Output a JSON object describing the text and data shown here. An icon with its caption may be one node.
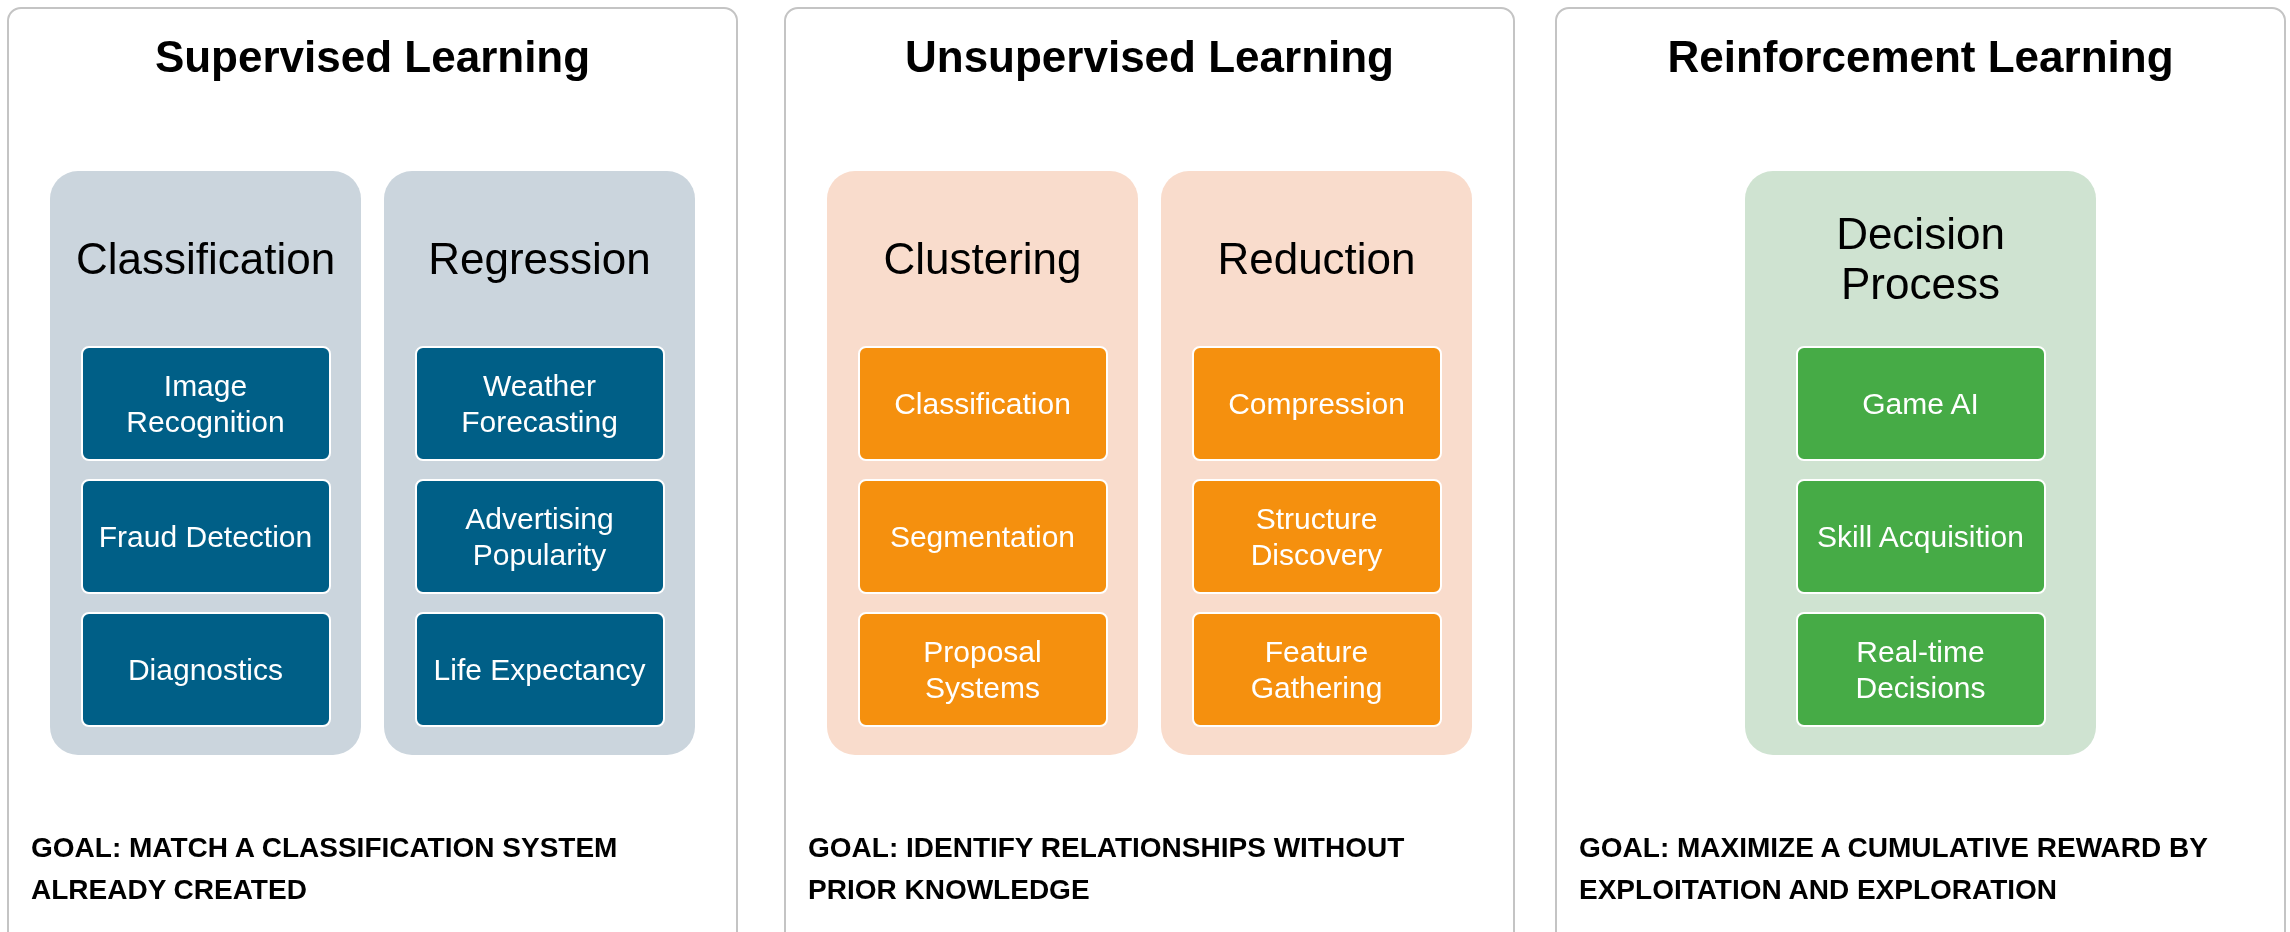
{
  "diagram": {
    "nodes": [
      {
        "text": [
          "Supervised Learning",
          "GOAL: MATCH A CLASSIFICATION SYSTEM ALREADY CREATED"
        ]
      },
      {
        "text": [
          "Classification"
        ],
        "in": 0
      },
      {
        "text": [
          "Image Recognition"
        ],
        "in": 1
      },
      {
        "text": [
          "Fraud Detection"
        ],
        "in": 1
      },
      {
        "text": [
          "Diagnostics"
        ],
        "in": 1
      },
      {
        "text": [
          "Regression"
        ],
        "in": 0
      },
      {
        "text": [
          "Weather Forecasting"
        ],
        "in": 5
      },
      {
        "text": [
          "Advertising Popularity"
        ],
        "in": 5
      },
      {
        "text": [
          "Life Expectancy"
        ],
        "in": 5
      },
      {
        "text": [
          "Unsupervised Learning",
          "GOAL: IDENTIFY RELATIONSHIPS WITHOUT PRIOR KNOWLEDGE"
        ]
      },
      {
        "text": [
          "Clustering"
        ],
        "in": 9
      },
      {
        "text": [
          "Classification"
        ],
        "in": 10
      },
      {
        "text": [
          "Segmentation"
        ],
        "in": 10
      },
      {
        "text": [
          "Proposal Systems"
        ],
        "in": 10
      },
      {
        "text": [
          "Reduction"
        ],
        "in": 9
      },
      {
        "text": [
          "Compression"
        ],
        "in": 14
      },
      {
        "text": [
          "Structure Discovery"
        ],
        "in": 14
      },
      {
        "text": [
          "Feature Gathering"
        ],
        "in": 14
      },
      {
        "text": [
          "Reinforcement Learning",
          "GOAL: MAXIMIZE A CUMULATIVE REWARD BY EXPLOITATION AND EXPLORATION"
        ]
      },
      {
        "text": [
          "Decision Process"
        ],
        "in": 18
      },
      {
        "text": [
          "Game AI"
        ],
        "in": 19
      },
      {
        "text": [
          "Skill Acquisition"
        ],
        "in": 19
      },
      {
        "text": [
          "Real-time Decisions"
        ],
        "in": 19
      }
    ]
  }
}
